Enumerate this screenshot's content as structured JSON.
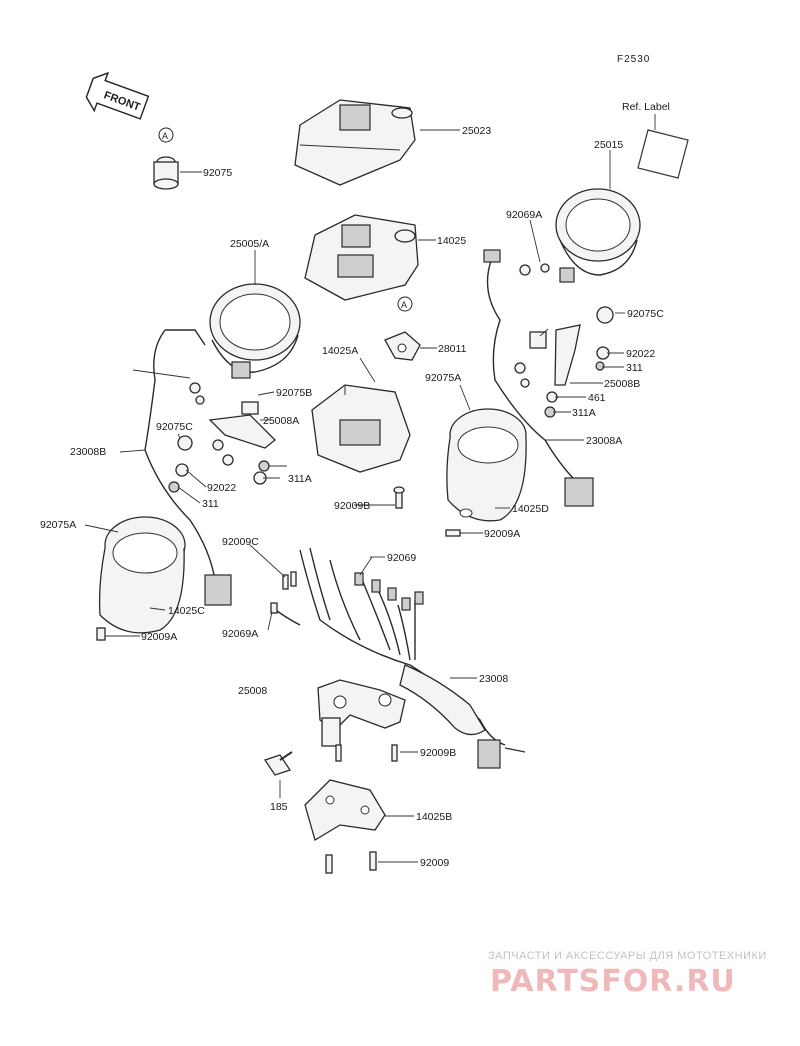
{
  "diagram": {
    "figure_code": "F2530",
    "front_label": "FRONT",
    "ref_label": "Ref. Label",
    "callout_marker": "A",
    "parts": [
      "92075",
      "25023",
      "25015",
      "14025",
      "25005/A",
      "92069A",
      "92075C",
      "28011",
      "14025A",
      "92022",
      "92075A",
      "311",
      "92075B",
      "25008A",
      "25008B",
      "461",
      "311A",
      "23008A",
      "92075C",
      "23008B",
      "92022",
      "311A",
      "311",
      "92009B",
      "14025D",
      "92075A",
      "92009A",
      "92009C",
      "92069",
      "14025C",
      "92069A",
      "92009A",
      "23008",
      "25008",
      "92009B",
      "185",
      "14025B",
      "92009"
    ]
  },
  "watermark": {
    "tagline": "ЗАПЧАСТИ И АКСЕССУАРЫ ДЛЯ МОТОТЕХНИКИ",
    "logo": "PARTSFOR.RU"
  }
}
